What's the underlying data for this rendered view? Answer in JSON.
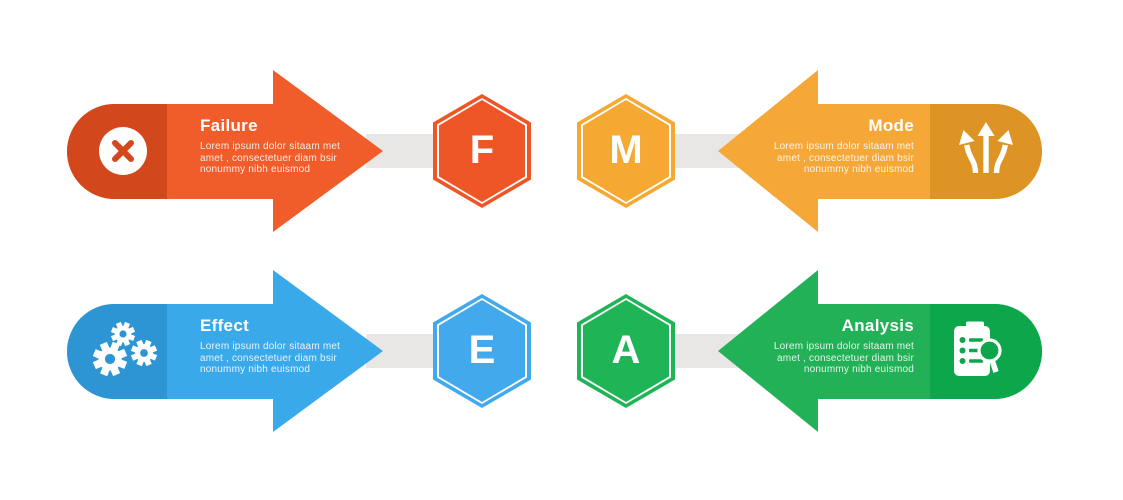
{
  "connector_color": "#e8e7e5",
  "items": [
    {
      "id": "failure",
      "title": "Failure",
      "description": "Lorem ipsum dolor sitaam met\namet , consectetuer diam  bsir\nnonummy  nibh euismod",
      "letter": "F",
      "icon": "cross-circle-icon",
      "direction": "right",
      "colors": {
        "dark": "#d2481c",
        "light": "#f15c2b",
        "hex": "#ee5627"
      }
    },
    {
      "id": "mode",
      "title": "Mode",
      "description": "Lorem ipsum dolor sitaam met\namet , consectetuer diam  bsir\nnonummy  nibh euismod",
      "letter": "M",
      "icon": "three-way-arrows-icon",
      "direction": "left",
      "colors": {
        "dark": "#de9424",
        "light": "#f5a838",
        "hex": "#f5a832"
      }
    },
    {
      "id": "effect",
      "title": "Effect",
      "description": "Lorem ipsum dolor sitaam met\namet , consectetuer diam  bsir\nnonummy  nibh euismod",
      "letter": "E",
      "icon": "gears-icon",
      "direction": "right",
      "colors": {
        "dark": "#2d95d3",
        "light": "#3aa9ea",
        "hex": "#41a9ec"
      }
    },
    {
      "id": "analysis",
      "title": "Analysis",
      "description": "Lorem ipsum dolor sitaam met\namet , consectetuer diam  bsir\nnonummy  nibh euismod",
      "letter": "A",
      "icon": "clipboard-search-icon",
      "direction": "left",
      "colors": {
        "dark": "#0da64b",
        "light": "#22b156",
        "hex": "#1fb456"
      }
    }
  ]
}
